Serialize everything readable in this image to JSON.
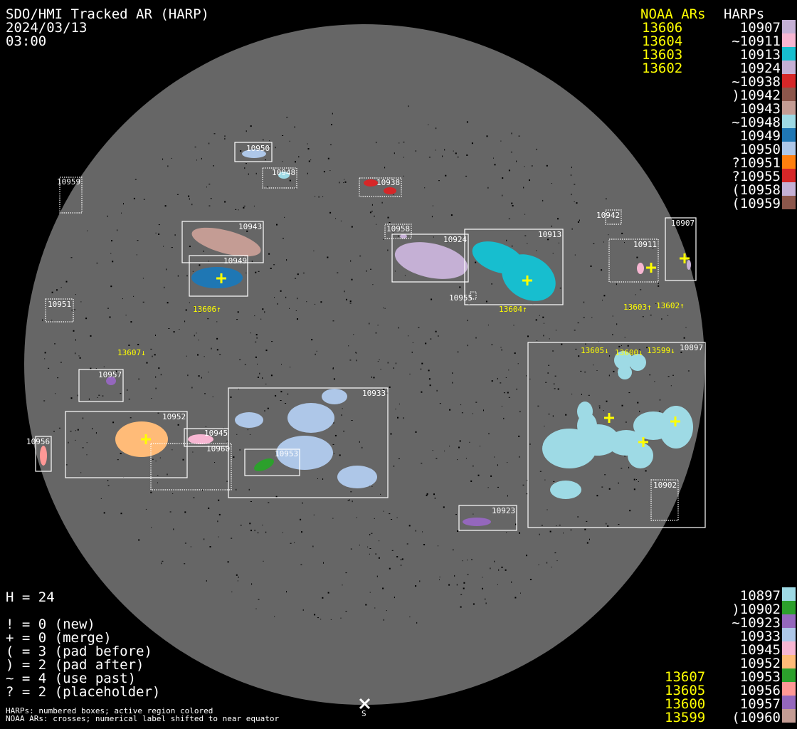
{
  "header": {
    "title": "SDO/HMI Tracked AR (HARP)",
    "date": "2024/03/13",
    "time": "03:00"
  },
  "noaa_top": {
    "heading": "NOAA ARs",
    "items": [
      "13606",
      "13604",
      "13603",
      "13602"
    ]
  },
  "harps_top": {
    "heading": "HARPs",
    "items": [
      {
        "label": " 10907",
        "color": "#c5b0d5"
      },
      {
        "label": "~10911",
        "color": "#f7b6d2"
      },
      {
        "label": " 10913",
        "color": "#17becf"
      },
      {
        "label": " 10924",
        "color": "#c5b0d5"
      },
      {
        "label": "~10938",
        "color": "#d62728"
      },
      {
        "label": ")10942",
        "color": "#8c564b"
      },
      {
        "label": " 10943",
        "color": "#c49c94"
      },
      {
        "label": "~10948",
        "color": "#9edae5"
      },
      {
        "label": " 10949",
        "color": "#1f77b4"
      },
      {
        "label": " 10950",
        "color": "#aec7e8"
      },
      {
        "label": "?10951",
        "color": "#ff7f0e"
      },
      {
        "label": "?10955",
        "color": "#d62728"
      },
      {
        "label": "(10958",
        "color": "#c5b0d5"
      },
      {
        "label": "(10959",
        "color": "#8c564b"
      }
    ]
  },
  "harps_bottom": {
    "items": [
      {
        "label": " 10897",
        "color": "#9edae5"
      },
      {
        "label": ")10902",
        "color": "#2ca02c"
      },
      {
        "label": "~10923",
        "color": "#9467bd"
      },
      {
        "label": " 10933",
        "color": "#aec7e8"
      },
      {
        "label": " 10945",
        "color": "#f7b6d2"
      },
      {
        "label": " 10952",
        "color": "#ffbb78"
      },
      {
        "label": " 10953",
        "color": "#2ca02c"
      },
      {
        "label": " 10956",
        "color": "#ff9896"
      },
      {
        "label": " 10957",
        "color": "#9467bd"
      },
      {
        "label": "(10960",
        "color": "#c49c94"
      }
    ]
  },
  "noaa_bottom": {
    "items": [
      "13607",
      "13605",
      "13600",
      "13599"
    ]
  },
  "stats": {
    "h": "H = 24",
    "lines": [
      "! = 0 (new)",
      "+ = 0 (merge)",
      "( = 3 (pad before)",
      ") = 2 (pad after)",
      "~ = 4 (use past)",
      "? = 2 (placeholder)"
    ]
  },
  "footer": {
    "line1": "HARPs: numbered boxes; active region colored",
    "line2": "NOAA ARs: crosses; numerical label shifted to near equator"
  },
  "disk": {
    "south_label": "S"
  },
  "boxes": [
    "10950",
    "10948",
    "10938",
    "10959",
    "10943",
    "10949",
    "10958",
    "10924",
    "10913",
    "10942",
    "10911",
    "10907",
    "10955",
    "10951",
    "10897",
    "10957",
    "10933",
    "10952",
    "10945",
    "10960",
    "10953",
    "10956",
    "10923",
    "10902"
  ],
  "noaa_labels": [
    "13606↑",
    "13604↑",
    "13603↑",
    "13602↑",
    "13607↓",
    "13605↓",
    "13600↓",
    "13599↓"
  ]
}
